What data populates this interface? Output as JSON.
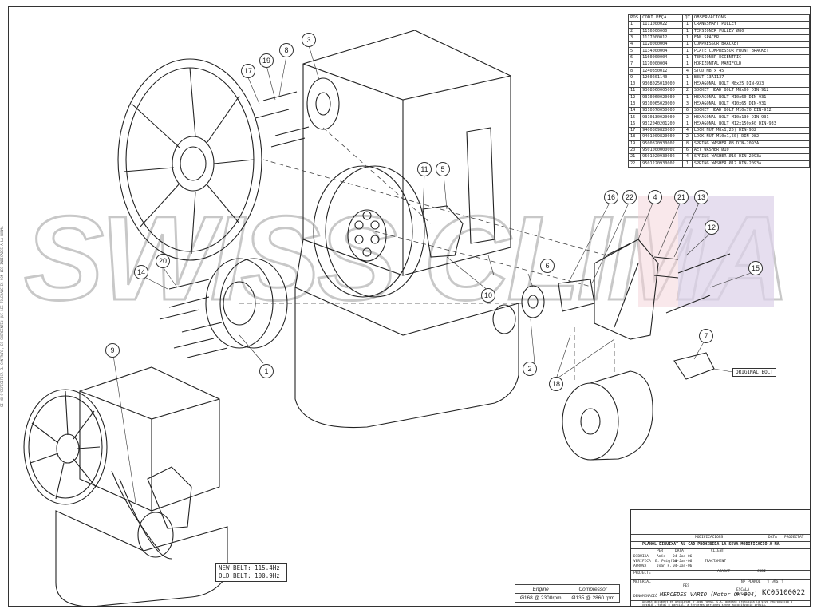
{
  "watermark": {
    "text": "SWISS CLIMA"
  },
  "side_note": "SI NO S'ESPECIFICA EL CONTRARI, ES SOBREENTEN QUE LES TOLERANCIES SON LES INDICADES A LA NORMA",
  "bom": {
    "headers": {
      "pos": "POS",
      "code": "CODI PEÇA",
      "qty": "QT",
      "obs": "OBSERVACIONS"
    },
    "rows": [
      {
        "pos": "1",
        "code": "1111000022",
        "qty": "1",
        "obs": "CRANKSHAFT PULLEY"
      },
      {
        "pos": "2",
        "code": "1116000000",
        "qty": "1",
        "obs": "TENSIONER PULLEY Ø80"
      },
      {
        "pos": "3",
        "code": "1117000012",
        "qty": "1",
        "obs": "FAN SPACER"
      },
      {
        "pos": "4",
        "code": "1120000004",
        "qty": "1",
        "obs": "COMPRESSOR BRACKET"
      },
      {
        "pos": "5",
        "code": "1134000004",
        "qty": "1",
        "obs": "PLATE COMPRESSOR FRONT BRACKET"
      },
      {
        "pos": "6",
        "code": "1160000004",
        "qty": "1",
        "obs": "TENSIONER ECCENTRIC"
      },
      {
        "pos": "7",
        "code": "1170000004",
        "qty": "1",
        "obs": "HORIZONTAL MANIFOLD"
      },
      {
        "pos": "8",
        "code": "1240850012",
        "qty": "4",
        "obs": "STUD M8 x 45"
      },
      {
        "pos": "9",
        "code": "1260201140",
        "qty": "1",
        "obs": "BELT 13A1137"
      },
      {
        "pos": "10",
        "code": "9308025010000",
        "qty": "1",
        "obs": "HEXAGONAL BOLT M8x25 DIN-933"
      },
      {
        "pos": "11",
        "code": "9308060005000",
        "qty": "2",
        "obs": "SOCKET HEAD BOLT M8x60  DIN-912"
      },
      {
        "pos": "12",
        "code": "9310060020000",
        "qty": "1",
        "obs": "HEXAGONAL BOLT M10x60  DIN-931"
      },
      {
        "pos": "13",
        "code": "9310065020000",
        "qty": "3",
        "obs": "HEXAGONAL BOLT M10x65  DIN-931"
      },
      {
        "pos": "14",
        "code": "9310070050000",
        "qty": "6",
        "obs": "SOCKET HEAD BOLT M10x70  DIN-912"
      },
      {
        "pos": "15",
        "code": "9310130020000",
        "qty": "2",
        "obs": "HEXAGONAL BOLT M10x130  DIN-931"
      },
      {
        "pos": "16",
        "code": "9312040201200",
        "qty": "1",
        "obs": "HEXAGONAL BOLT M12x150x40 DIN-933"
      },
      {
        "pos": "17",
        "code": "9400809820000",
        "qty": "4",
        "obs": "LOCK NUT M8x1,25) DIN-982"
      },
      {
        "pos": "18",
        "code": "9401009820000",
        "qty": "2",
        "obs": "LOCK NUT M10x1,50) DIN-982"
      },
      {
        "pos": "19",
        "code": "9500820930002",
        "qty": "8",
        "obs": "SPRING WASHER Ø8 DIN-2093A"
      },
      {
        "pos": "20",
        "code": "9501000000002",
        "qty": "6",
        "obs": "AET WASHER Ø10"
      },
      {
        "pos": "21",
        "code": "9501020930002",
        "qty": "4",
        "obs": "SPRING WASHER Ø10 DIN-2093A"
      },
      {
        "pos": "22",
        "code": "9501220930002",
        "qty": "1",
        "obs": "SPRING WASHER Ø12 DIN-2093A"
      }
    ]
  },
  "callouts": [
    "1",
    "2",
    "3",
    "4",
    "5",
    "6",
    "7",
    "8",
    "9",
    "10",
    "11",
    "12",
    "13",
    "14",
    "15",
    "16",
    "17",
    "18",
    "19",
    "20",
    "21",
    "22"
  ],
  "belt_info": {
    "new": "NEW BELT: 115.4Hz",
    "old": "OLD BELT: 100.9Hz"
  },
  "original_bolt": "ORIGINAL BOLT",
  "speed_table": {
    "engine_label": "Engine",
    "compressor_label": "Compressor",
    "engine_value": "Ø168 @ 2300rpm",
    "compressor_value": "Ø135 @ 2860 rpm"
  },
  "title_block": {
    "modifications": "MODIFICACIONS",
    "data_label": "DATA",
    "projectat": "PROJECTAT",
    "warning": "PLÀNOL DIBUIXAT AL CAD PROHIBIDA LA SEVA MODIFICACIÓ A MÀ",
    "per": "PER",
    "data": "DATA",
    "client": "CLIENT",
    "dibuixa": "DIBUIXA",
    "dibuixa_per": "Amés",
    "dibuixa_data": "04-Jan-06",
    "verifica": "VERIFICA",
    "verifica_per": "E. Puigfrà",
    "verifica_data": "04-Jan-06",
    "tractament": "TRACTAMENT",
    "aprova": "APROVA",
    "aprova_per": "Joan P.",
    "aprova_data": "04-Jan-06",
    "projecte": "PROJECTE",
    "acabat": "ACABAT",
    "codi": "CODI",
    "material": "MATERIAL",
    "pes": "PES",
    "planol_label": "Nº PLÀNOL",
    "full": "1 de 1",
    "escala_label": "ESCALA",
    "escala": "0.500",
    "denominacio_label": "DENOMINACIÓ",
    "denominacio": "MERCEDES VARIO (Motor OM-904)",
    "code": "KC05100022",
    "footer": "Aquest document es propietat d'Ibsa Forma, S.A. quedant prohibida la seva reproducció o cessió , total o parcial, a terceres persones sense autorització prèvia."
  }
}
